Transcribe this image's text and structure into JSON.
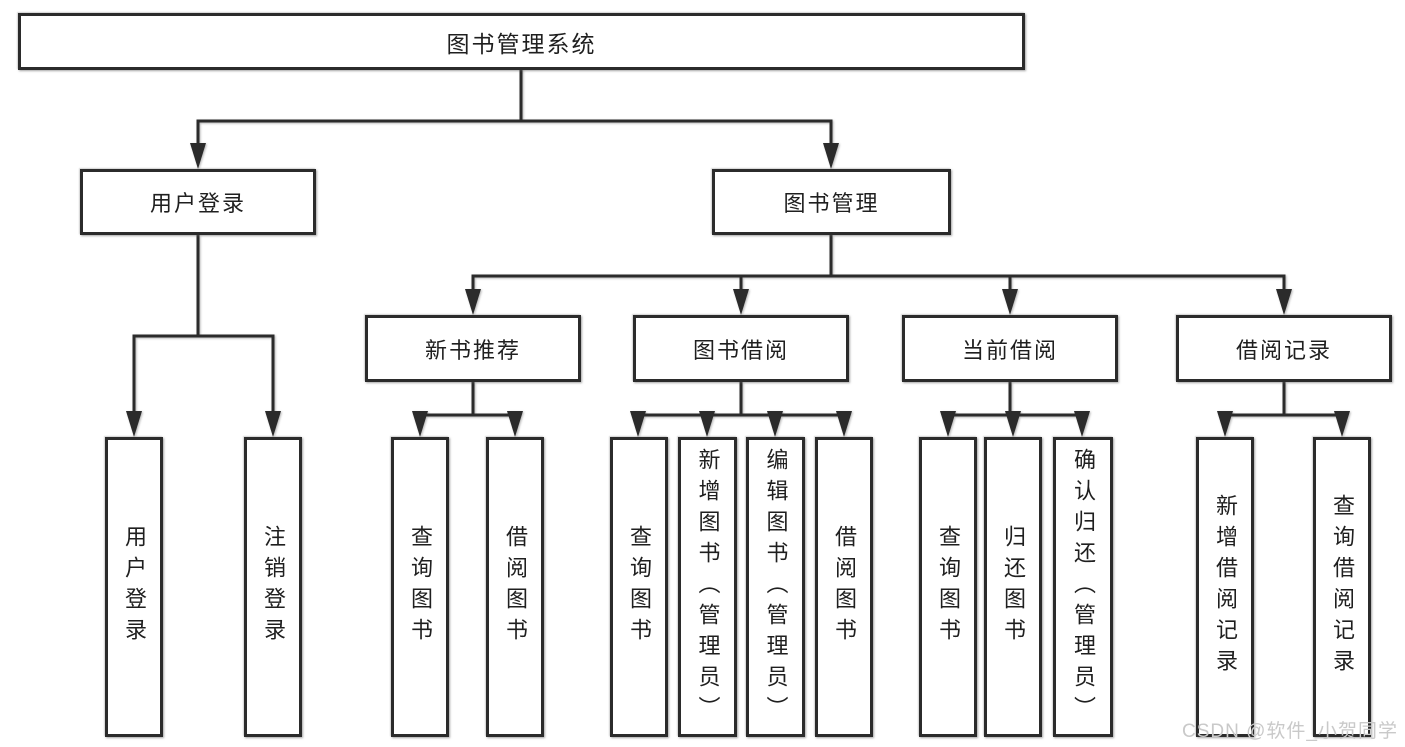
{
  "tree": {
    "root": "图书管理系统",
    "user_login": "用户登录",
    "book_management": "图书管理",
    "user_login_children": [
      "用户登录",
      "注销登录"
    ],
    "modules": [
      "新书推荐",
      "图书借阅",
      "当前借阅",
      "借阅记录"
    ],
    "new_book_children": [
      "查询图书",
      "借阅图书"
    ],
    "book_borrow_children": [
      "查询图书",
      "新增图书（管理员）",
      "编辑图书（管理员）",
      "借阅图书"
    ],
    "current_borrow_children": [
      "查询图书",
      "归还图书",
      "确认归还（管理员）"
    ],
    "borrow_records_children": [
      "新增借阅记录",
      "查询借阅记录"
    ]
  },
  "watermark": "CSDN @软件_小贺同学",
  "colors": {
    "line": "#2b2b2b",
    "box_background": "#ffffff",
    "text": "#1f1f1f",
    "watermark_text": "#c9c9c9"
  }
}
